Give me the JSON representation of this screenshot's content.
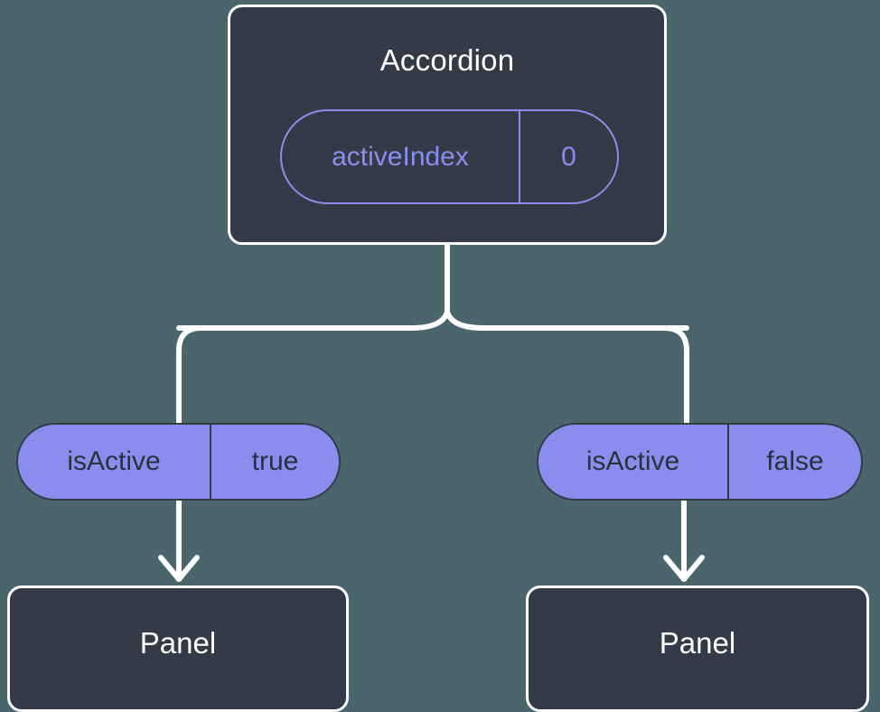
{
  "diagram": {
    "type": "component-tree",
    "background_color": "#4b656d",
    "node_fill_color": "#343b48",
    "node_border_color": "#ffffff",
    "accent_color": "#8b8dee",
    "connector_color": "#ffffff"
  },
  "root": {
    "title": "Accordion",
    "state": {
      "key": "activeIndex",
      "value": "0"
    }
  },
  "branches": [
    {
      "prop": {
        "key": "isActive",
        "value": "true"
      },
      "child": {
        "title": "Panel"
      }
    },
    {
      "prop": {
        "key": "isActive",
        "value": "false"
      },
      "child": {
        "title": "Panel"
      }
    }
  ],
  "icons": {
    "arrow_down": "arrow-down-icon",
    "fork_connector": "fork-connector-icon"
  }
}
